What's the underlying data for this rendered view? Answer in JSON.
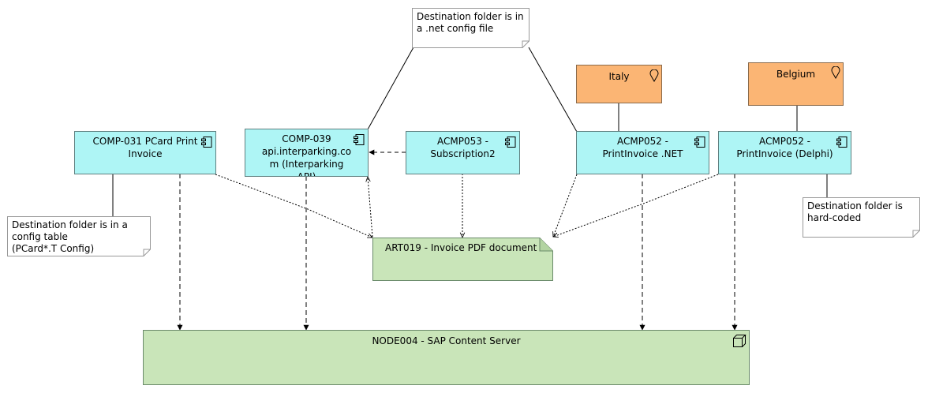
{
  "diagram": {
    "notes": {
      "config_file": {
        "lines": [
          "Destination folder is in",
          "a .net config file"
        ]
      },
      "config_table": {
        "lines": [
          "Destination folder is in a",
          "config table",
          "(PCard*.T Config)"
        ]
      },
      "hard_coded": {
        "lines": [
          "Destination folder is",
          "hard-coded"
        ]
      }
    },
    "locations": {
      "italy": "Italy",
      "belgium": "Belgium"
    },
    "components": {
      "comp031": [
        "COMP-031 PCard Print",
        "Invoice"
      ],
      "comp039": [
        "COMP-039",
        "api.interparking.co",
        "m (Interparking",
        "API)"
      ],
      "acmp053": [
        "ACMP053 -",
        "Subscription2"
      ],
      "acmp052_net": [
        "ACMP052 -",
        "PrintInvoice .NET"
      ],
      "acmp052_delphi": [
        "ACMP052 -",
        "PrintInvoice (Delphi)"
      ]
    },
    "artifact": "ART019 - Invoice PDF document",
    "node": "NODE004 - SAP Content Server"
  },
  "colors": {
    "component": "#aef5f5",
    "location": "#fbb574",
    "node": "#c9e5b9",
    "artifact": "#c9e5b9",
    "note": "#ffffff"
  },
  "icons": {
    "component": "component-icon",
    "location": "location-pin-icon",
    "node": "node-cube-icon",
    "artifact": "artifact-fold-icon"
  }
}
